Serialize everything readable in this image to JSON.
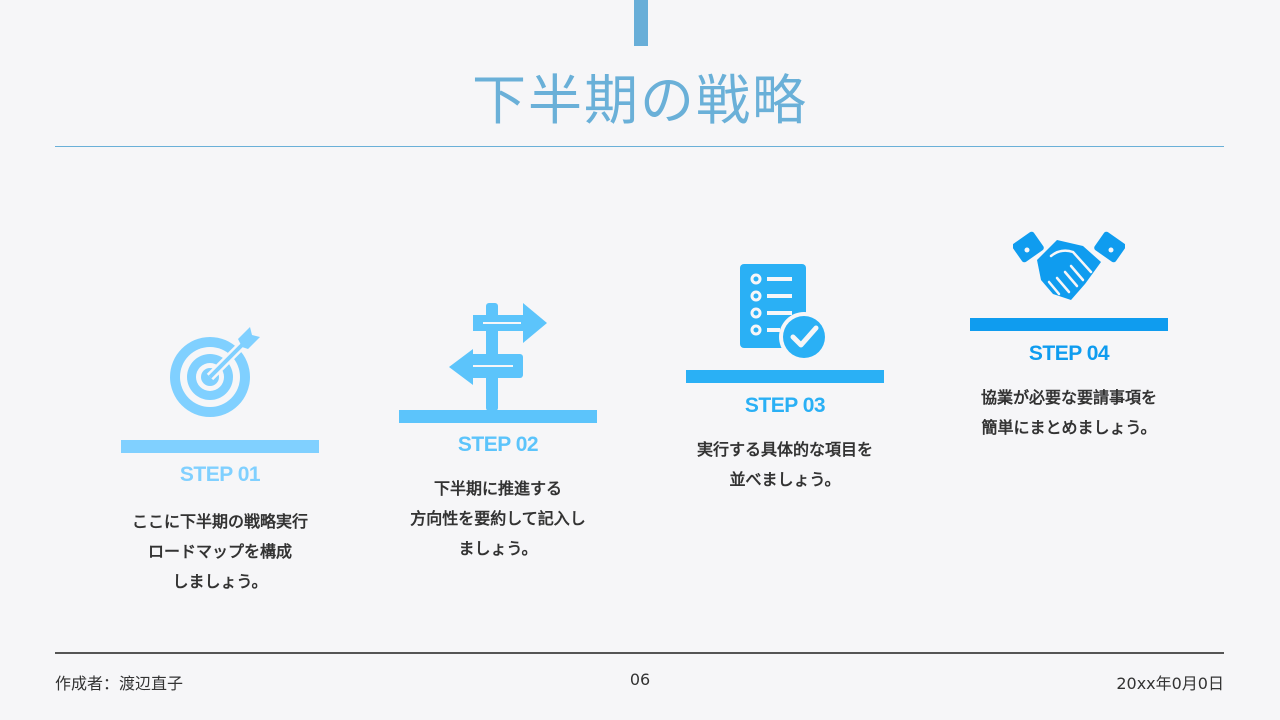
{
  "slide": {
    "title": "下半期の戦略",
    "colors": {
      "title": "#6ab0d8",
      "accent_tab": "#68aed8",
      "footer_rule": "#555555"
    }
  },
  "steps": [
    {
      "label": "STEP 01",
      "icon": "target-icon",
      "color": "#80d0ff",
      "desc_lines": [
        "ここに下半期の戦略実行",
        "ロードマップを構成",
        "しましょう。"
      ]
    },
    {
      "label": "STEP 02",
      "icon": "signpost-icon",
      "color": "#5cc4fb",
      "desc_lines": [
        "下半期に推進する",
        "方向性を要約して記入し",
        "ましょう。"
      ]
    },
    {
      "label": "STEP 03",
      "icon": "checklist-icon",
      "color": "#2ab0f5",
      "desc_lines": [
        "実行する具体的な項目を",
        "並べましょう。"
      ]
    },
    {
      "label": "STEP 04",
      "icon": "handshake-icon",
      "color": "#0f9cef",
      "desc_lines": [
        "協業が必要な要請事項を",
        "簡単にまとめましょう。"
      ]
    }
  ],
  "footer": {
    "author": "作成者：渡辺直子",
    "page": "06",
    "date": "20xx年0月0日"
  }
}
